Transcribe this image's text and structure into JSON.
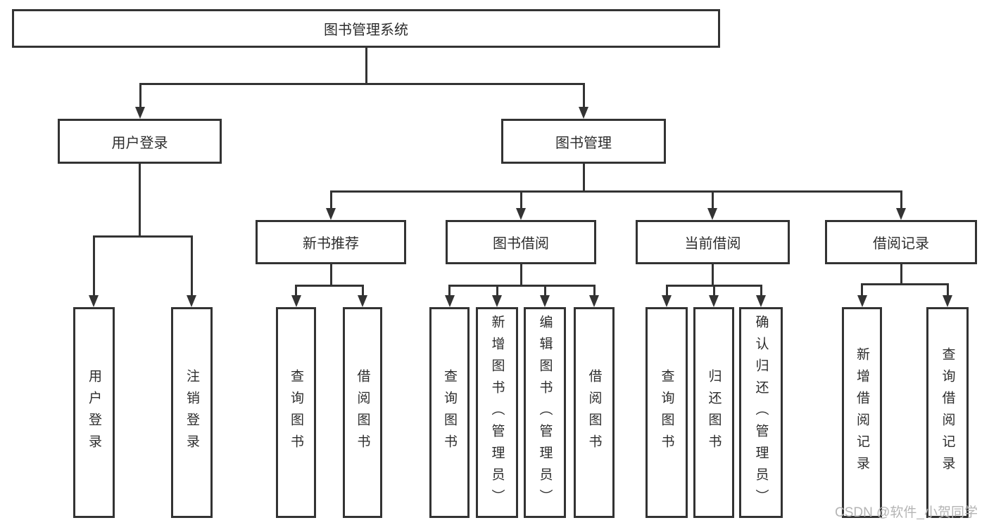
{
  "colors": {
    "line": "#333333",
    "text": "#2d2d2d",
    "watermark": "#b5b5b5",
    "background": "#ffffff"
  },
  "watermark": {
    "text": "CSDN @软件_小贺同学"
  },
  "tree": {
    "label": "图书管理系统",
    "children": [
      {
        "label": "用户登录",
        "children": [
          {
            "label": "用户登录"
          },
          {
            "label": "注销登录"
          }
        ]
      },
      {
        "label": "图书管理",
        "children": [
          {
            "label": "新书推荐",
            "children": [
              {
                "label": "查询图书"
              },
              {
                "label": "借阅图书"
              }
            ]
          },
          {
            "label": "图书借阅",
            "children": [
              {
                "label": "查询图书"
              },
              {
                "label": "新增图书（管理员）"
              },
              {
                "label": "编辑图书（管理员）"
              },
              {
                "label": "借阅图书"
              }
            ]
          },
          {
            "label": "当前借阅",
            "children": [
              {
                "label": "查询图书"
              },
              {
                "label": "归还图书"
              },
              {
                "label": "确认归还（管理员）"
              }
            ]
          },
          {
            "label": "借阅记录",
            "children": [
              {
                "label": "新增借阅记录"
              },
              {
                "label": "查询借阅记录"
              }
            ]
          }
        ]
      }
    ]
  }
}
